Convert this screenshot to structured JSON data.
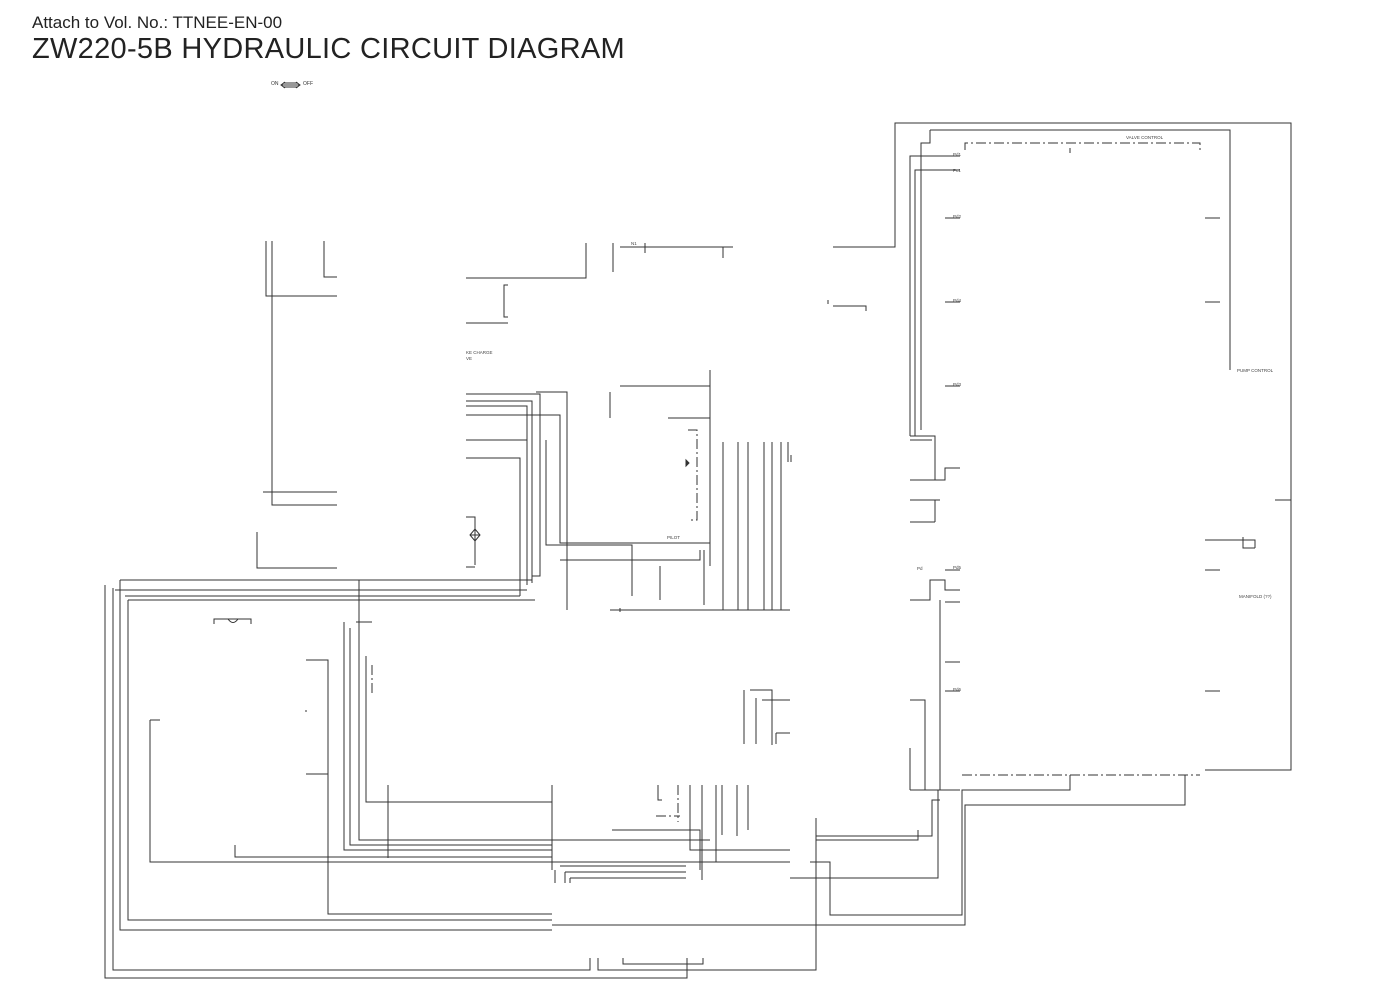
{
  "header": {
    "attach_label": "Attach to Vol. No.: TTNEE-EN-00",
    "title": "ZW220-5B HYDRAULIC CIRCUIT DIAGRAM"
  },
  "legend": {
    "on_label": "ON",
    "off_label": "OFF"
  },
  "labels": {
    "valve_control": "VALVE CONTROL",
    "brake_charge_valve": "KE CHARGE VE",
    "pilot": "PILOT",
    "pump_control": "PUMP CONTROL",
    "manifold": "MANIFOLD (??)",
    "port_pd1": "Pd1",
    "port_pc1": "Pc1",
    "port_pd2": "Pd2",
    "port_pd4": "Pd4",
    "port_pd3": "Pd3",
    "port_pd5": "Pd5",
    "port_pd6": "Pd6",
    "port_pd": "Pd"
  }
}
